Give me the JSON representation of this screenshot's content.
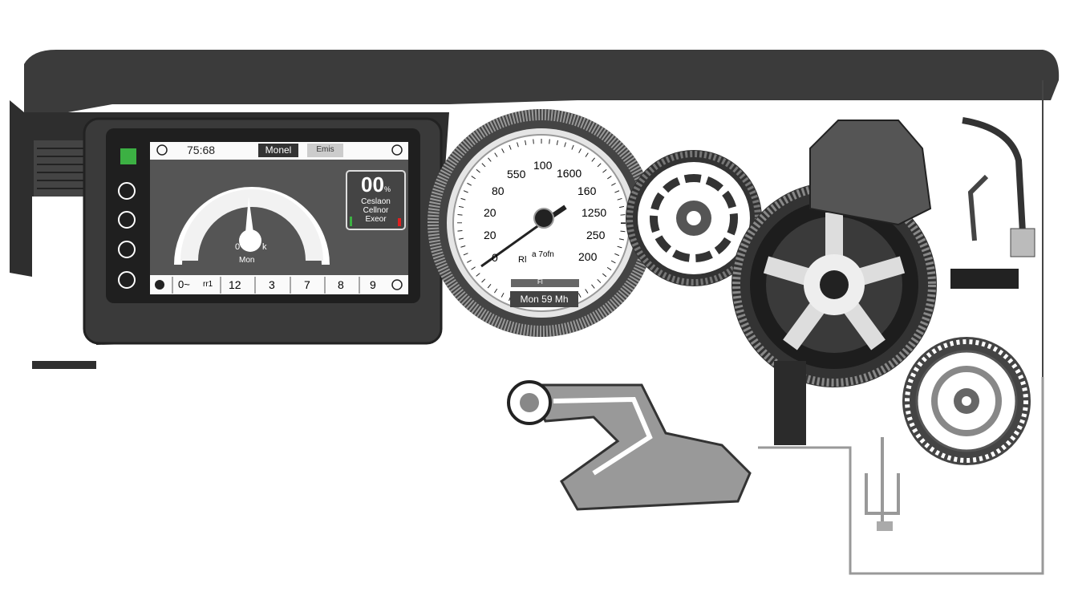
{
  "screen": {
    "top_bar": {
      "time": "75:68",
      "mode_active": "Monel",
      "mode_inactive": "Emis"
    },
    "gauge": {
      "left_label": "0",
      "right_label": "k",
      "caption": "Mon"
    },
    "info_box": {
      "value": "00",
      "unit": "%",
      "line1": "Ceslaon",
      "line2": "Cellnor",
      "line3": "Exeor"
    },
    "bottom_bar": {
      "cells": [
        "0~",
        "rr1",
        "12",
        "3",
        "7",
        "8",
        "9"
      ]
    },
    "accent_green": "#3cb043",
    "accent_red": "#e02020"
  },
  "speedometer": {
    "left_labels": [
      "550",
      "80",
      "20",
      "20",
      "0"
    ],
    "top_label": "100",
    "right_labels": [
      "1600",
      "160",
      "1250",
      "250",
      "200"
    ],
    "inner_left": "Rl",
    "inner_right": "a 7ofn",
    "mini_bar": "Fl",
    "readout": "Mon 59 Mh"
  },
  "icons": [
    "flag-icon",
    "umbrella-icon",
    "door-icon",
    "home-icon",
    "gauge-icon"
  ]
}
